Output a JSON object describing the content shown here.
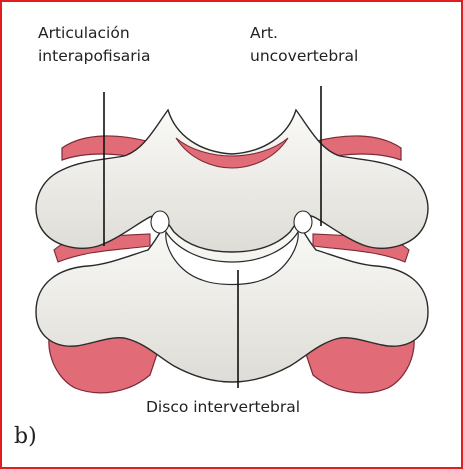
{
  "labels": {
    "articulacion_line1": "Articulación",
    "articulacion_line2": "interapofisaria",
    "uncovertebral_line1": "Art.",
    "uncovertebral_line2": "uncovertebral",
    "disco": "Disco intervertebral"
  },
  "panel_letter": "b)",
  "colors": {
    "frame": "#e11d24",
    "cartilage": "#e26b78",
    "bone_fill": "#f3f2ee",
    "bone_outline": "#2a2a2a",
    "leader_line": "#111111"
  }
}
